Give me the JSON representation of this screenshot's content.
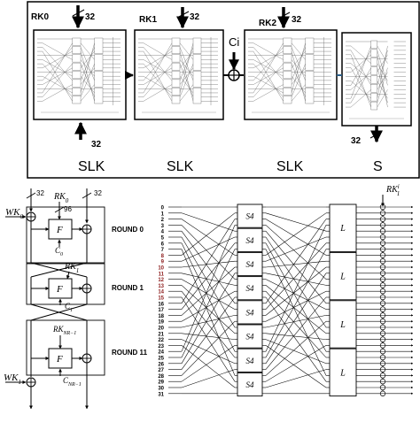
{
  "top_panel": {
    "round_keys": [
      "RK0",
      "RK1",
      "RK2"
    ],
    "input_width": "32",
    "constant_label": "Ci",
    "stage_labels": [
      "SLK",
      "SLK",
      "SLK",
      "S"
    ],
    "bottom_widths": [
      "32",
      "32"
    ]
  },
  "left_panel": {
    "wk0": "WK",
    "wk0_sub": "0",
    "wk1": "WK",
    "wk1_sub": "1",
    "width_left": "32",
    "width_right": "32",
    "key_width": "96",
    "rk0": "RK",
    "rk0_sub": "0",
    "rk1": "RK",
    "rk1_sub": "1",
    "rkn": "RK",
    "rkn_sub": "NR−1",
    "f_label": "F",
    "c0": "C",
    "c0_sub": "0",
    "c1": "C",
    "c1_sub": "1",
    "cn": "C",
    "cn_sub": "NR−1",
    "rounds": [
      "ROUND 0",
      "ROUND 1",
      "ROUND 11"
    ]
  },
  "right_panel": {
    "rk_label": "RK",
    "rk_sub": "1",
    "rk_sup": "i",
    "sbox_label": "S4",
    "l_label": "L",
    "bit_labels": [
      "0",
      "1",
      "2",
      "3",
      "4",
      "5",
      "6",
      "7",
      "8",
      "9",
      "10",
      "11",
      "12",
      "13",
      "14",
      "15",
      "16",
      "17",
      "18",
      "19",
      "20",
      "21",
      "22",
      "23",
      "24",
      "25",
      "26",
      "27",
      "28",
      "29",
      "30",
      "31"
    ],
    "highlight_bits": [
      "8",
      "9",
      "10",
      "11",
      "12",
      "13",
      "14",
      "15"
    ],
    "highlight_color": "#8b1a1a"
  }
}
